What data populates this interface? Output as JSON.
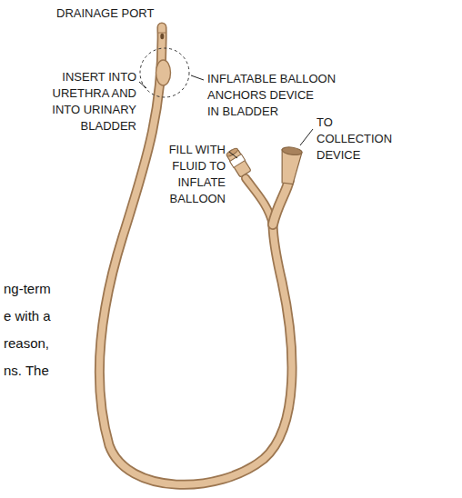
{
  "diagram": {
    "labels": [
      "DRAINAGE PORT",
      "INSERT INTO URETHRA AND INTO URINARY BLADDER",
      "INFLATABLE BALLOON ANCHORS DEVICE IN BLADDER",
      "FILL WITH FLUID TO INFLATE BALLOON",
      "TO COLLECTION DEVICE",
      "ng-term",
      "e with a",
      "reason,",
      "ns. The"
    ]
  }
}
